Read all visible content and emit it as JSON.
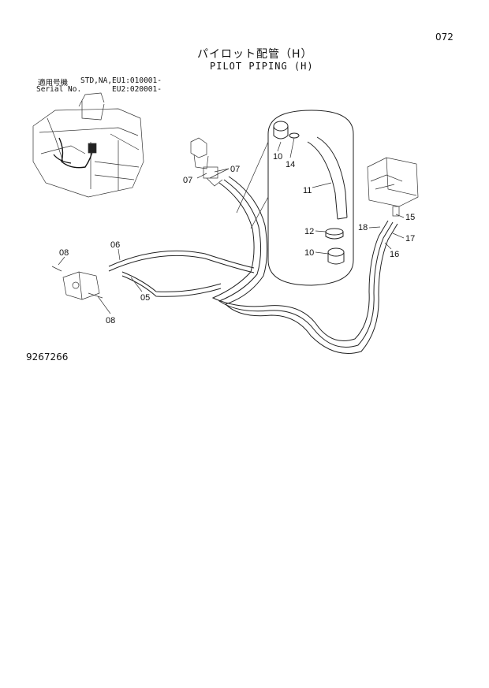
{
  "header": {
    "page_number": "072",
    "title_jp": "パイロット配管（H）",
    "title_en": "PILOT PIPING (H)"
  },
  "serial_info": {
    "label_jp": "適用号機",
    "label_en": "Serial No.",
    "std_range": "STD,NA,EU1:010001-",
    "eu2_range": "EU2:020001-"
  },
  "callouts": {
    "c05": "05",
    "c06": "06",
    "c07a": "07",
    "c07b": "07",
    "c08a": "08",
    "c08b": "08",
    "c10a": "10",
    "c10b": "10",
    "c11": "11",
    "c12": "12",
    "c14": "14",
    "c15": "15",
    "c16": "16",
    "c17": "17",
    "c18": "18"
  },
  "footer": {
    "drawing_number": "9267266"
  }
}
